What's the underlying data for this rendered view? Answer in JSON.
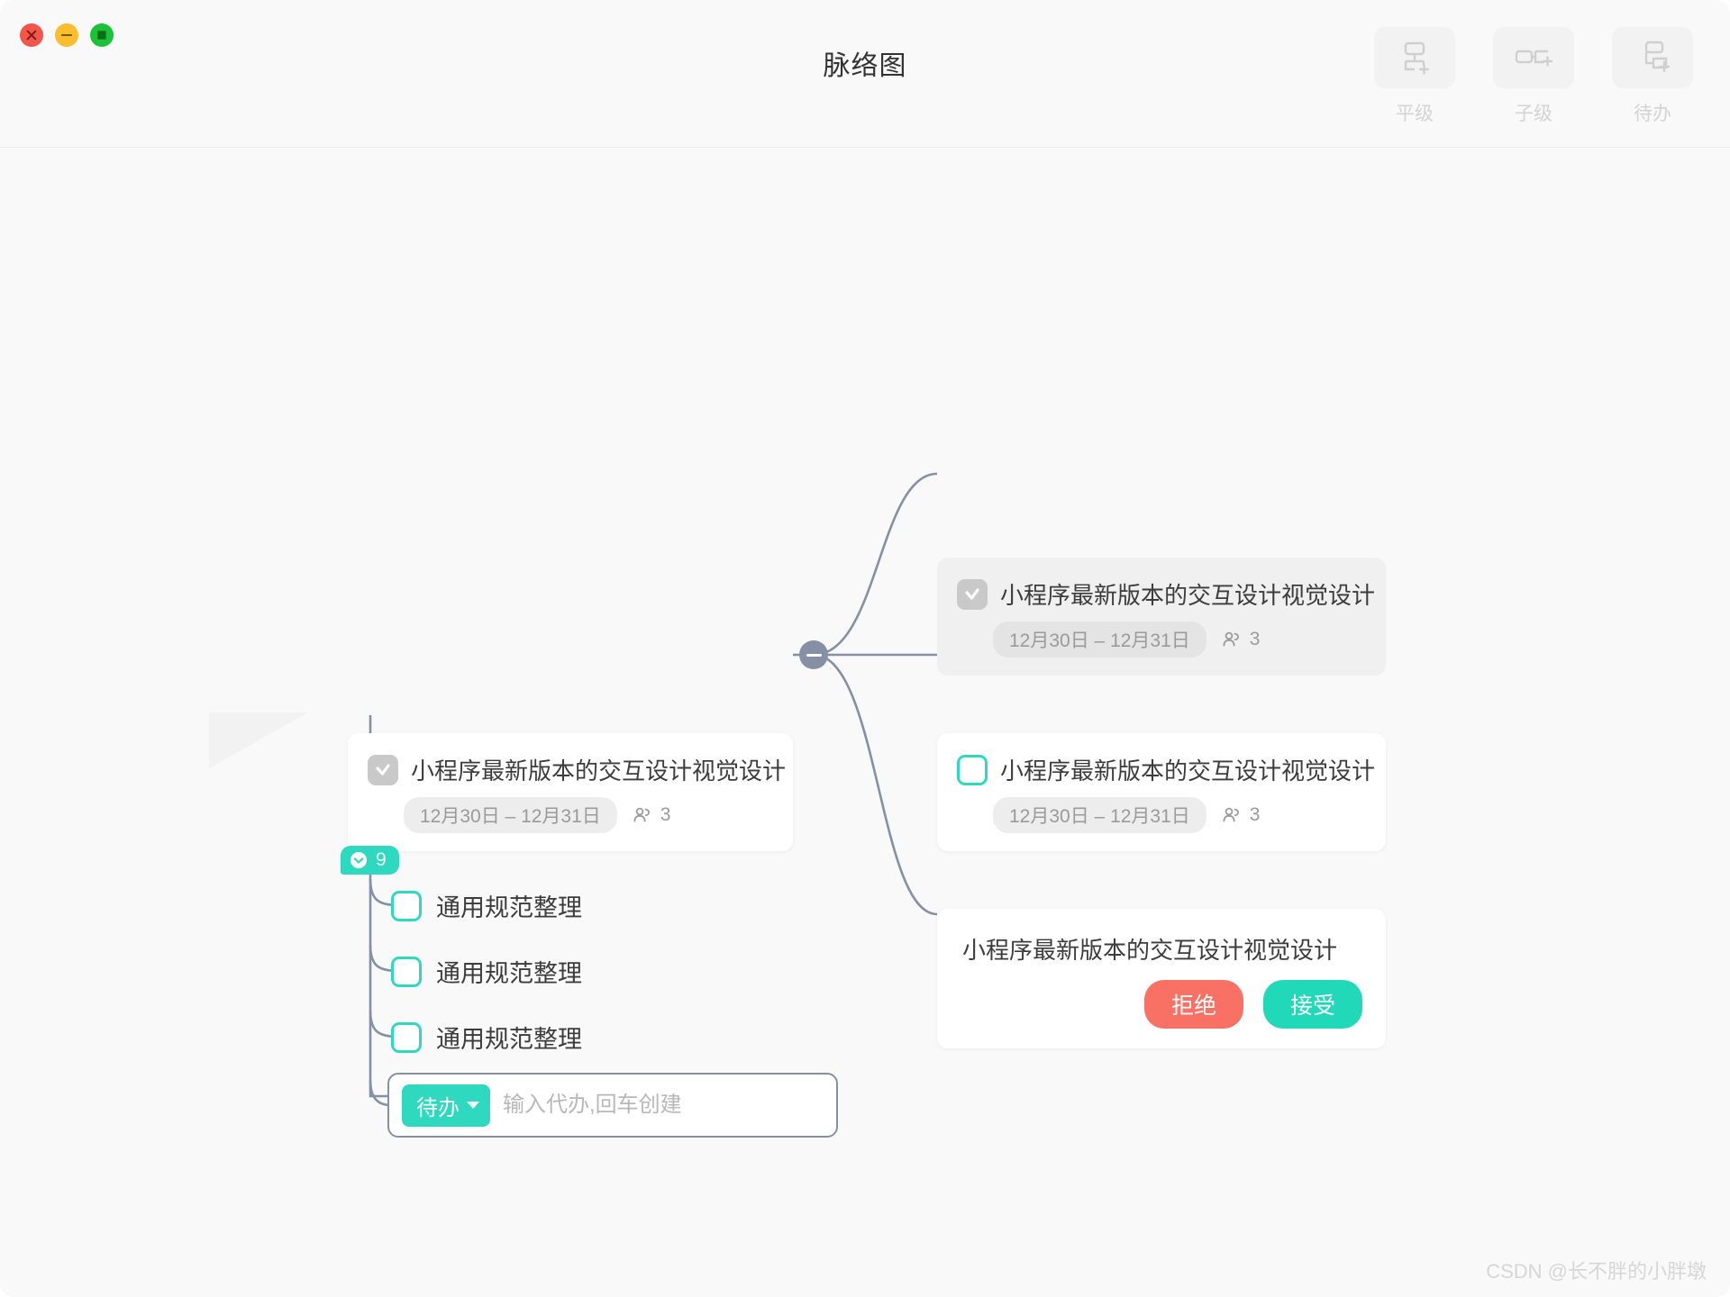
{
  "window": {
    "title": "脉络图",
    "traffic_lights": [
      {
        "name": "close",
        "color": "#f2554a"
      },
      {
        "name": "minimize",
        "color": "#fbbd2e"
      },
      {
        "name": "maximize",
        "color": "#1bc136"
      }
    ]
  },
  "toolbar": {
    "buttons": [
      {
        "label": "平级",
        "icon": "add-sibling-node-icon"
      },
      {
        "label": "子级",
        "icon": "add-child-node-icon"
      },
      {
        "label": "待办",
        "icon": "add-todo-node-icon"
      }
    ]
  },
  "theme": {
    "accent_teal": "#2fd9c0",
    "accent_teal_strong": "#21d9b9",
    "danger_red": "#f87164",
    "connector": "#8590a6",
    "canvas_bg": "#f9f9f9",
    "card_bg": "#ffffff",
    "card_muted_bg": "#f0f0f0",
    "text_primary": "#3c3c3c",
    "text_muted": "#9a9a9a"
  },
  "main_node": {
    "title": "小程序最新版本的交互设计视觉设计",
    "checkbox_state": "checked",
    "date_range": "12月30日 – 12月31日",
    "people_count": "3",
    "badge_count": "9",
    "badge_icon": "collapse-check-icon"
  },
  "collapse_toggle": {
    "state": "expanded",
    "icon": "minus-icon"
  },
  "right_nodes": [
    {
      "title": "小程序最新版本的交互设计视觉设计",
      "checkbox_state": "checked",
      "style": "muted",
      "date_range": "12月30日 – 12月31日",
      "people_count": "3"
    },
    {
      "title": "小程序最新版本的交互设计视觉设计",
      "checkbox_state": "empty",
      "style": "normal",
      "date_range": "12月30日 – 12月31日",
      "people_count": "3"
    }
  ],
  "invite_card": {
    "title": "小程序最新版本的交互设计视觉设计",
    "reject_label": "拒绝",
    "accept_label": "接受"
  },
  "sub_items": [
    {
      "label": "通用规范整理",
      "checkbox_state": "empty"
    },
    {
      "label": "通用规范整理",
      "checkbox_state": "empty"
    },
    {
      "label": "通用规范整理",
      "checkbox_state": "empty"
    }
  ],
  "todo_input": {
    "kind_label": "待办",
    "value": "",
    "placeholder": "输入代办,回车创建"
  },
  "watermark": "CSDN @长不胖的小胖墩"
}
